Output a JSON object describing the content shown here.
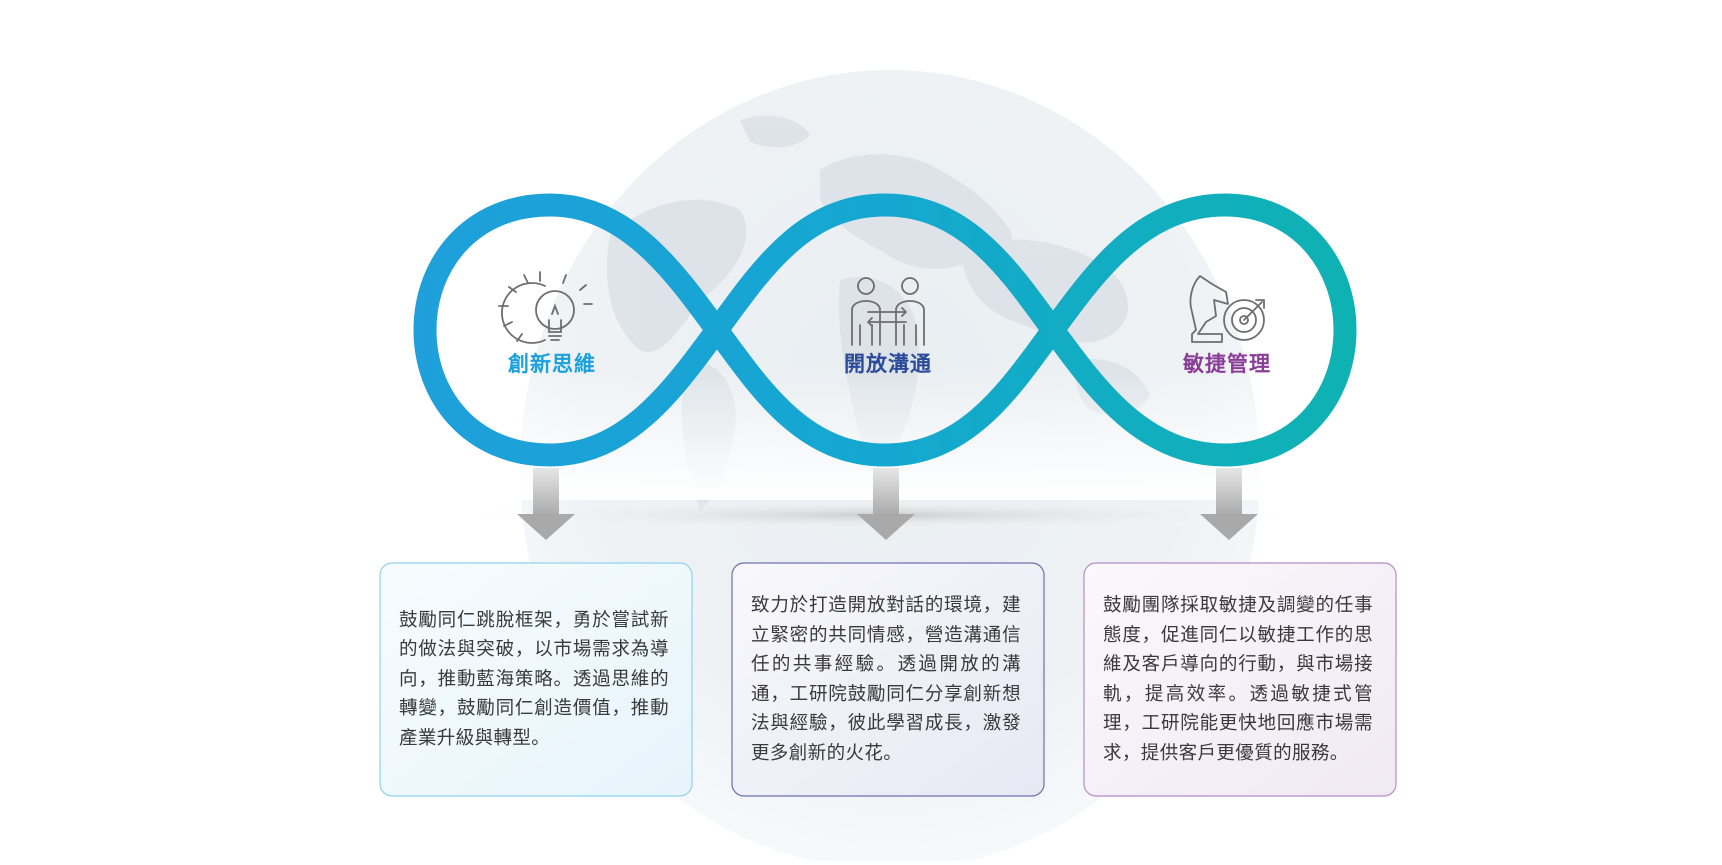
{
  "pillars": [
    {
      "title": "創新思維",
      "icon": "lightbulb-gear-icon",
      "color": "#1ba1dc",
      "description": "鼓勵同仁跳脫框架，勇於嘗試新的做法與突破，以市場需求為導向，推動藍海策略。透過思維的轉變，鼓勵同仁創造價值，推動產業升級與轉型。"
    },
    {
      "title": "開放溝通",
      "icon": "two-people-exchange-icon",
      "color": "#2a4a9a",
      "description": "致力於打造開放對話的環境，建立緊密的共同情感，營造溝通信任的共事經驗。透過開放的溝通，工研院鼓勵同仁分享創新想法與經驗，彼此學習成長，激發更多創新的火花。"
    },
    {
      "title": "敏捷管理",
      "icon": "chess-knight-target-icon",
      "color": "#8a3f97",
      "description": "鼓勵團隊採取敏捷及調變的任事態度，促進同仁以敏捷工作的思維及客戶導向的行動，與市場接軌，提高效率。透過敏捷式管理，工研院能更快地回應市場需求，提供客戶更優質的服務。"
    }
  ],
  "colors": {
    "ribbon_left": "#1f9fdb",
    "ribbon_mid": "#14a8d0",
    "ribbon_right": "#0fb2b2",
    "arrow": "#b3b3b3",
    "card1_border": "#8fd3ee",
    "card2_border": "#6f6fae",
    "card3_border": "#b58cc4"
  }
}
